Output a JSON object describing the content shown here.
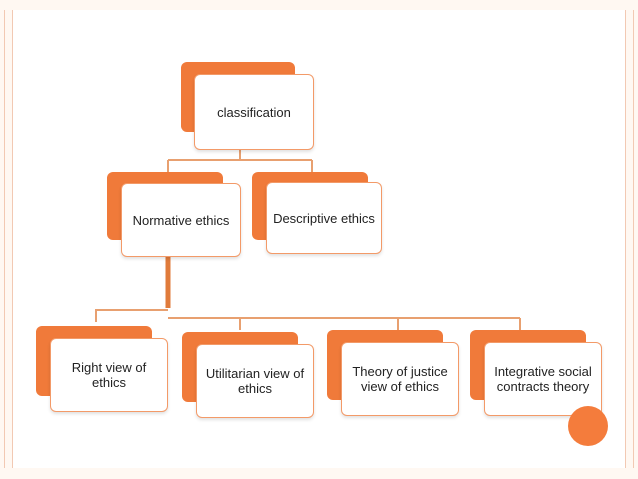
{
  "diagram": {
    "root": {
      "label": "classification"
    },
    "level2": [
      {
        "label": "Normative ethics"
      },
      {
        "label": "Descriptive ethics"
      }
    ],
    "level3": [
      {
        "label": "Right view of ethics"
      },
      {
        "label": "Utilitarian view of ethics"
      },
      {
        "label": "Theory of justice view of ethics"
      },
      {
        "label": "Integrative social contracts theory"
      }
    ]
  },
  "colors": {
    "accent": "#f07a3a",
    "connector": "#e8a070",
    "connector_dark": "#e07b3b",
    "border": "#f39a68"
  }
}
